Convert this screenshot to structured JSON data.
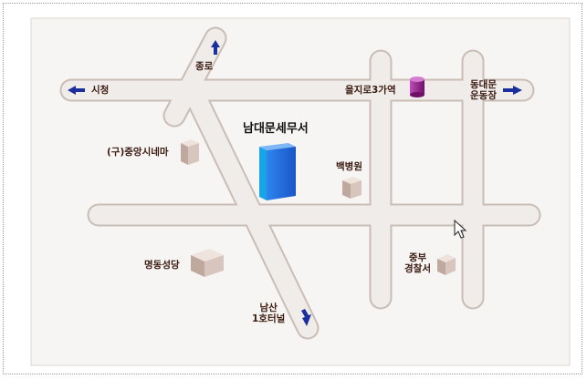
{
  "map": {
    "title": "남대문세무서",
    "labels": {
      "city_hall": "시청",
      "jongno": "종로",
      "euljiro": "을지로3가역",
      "dongdaemun_line1": "동대문",
      "dongdaemun_line2": "운동장",
      "central_theater": "(구)중앙시네마",
      "paik_hospital": "백병원",
      "myeongdong": "명동성당",
      "jungbu_line1": "중부",
      "jungbu_line2": "경찰서",
      "namsan_line1": "남산",
      "namsan_line2": "1호터널"
    },
    "colors": {
      "road_fill": "#efecea",
      "road_edge": "#c9bdb5",
      "background": "#f6f5f3",
      "arrow": "#1a2f9c",
      "target_building": "#1f63d6",
      "landmark_building": "#d8c6be",
      "subway_marker": "#9b1d8e",
      "label_text": "#3a1a10"
    },
    "icons": [
      "arrow-up-icon",
      "arrow-left-icon",
      "arrow-right-icon",
      "arrow-down-icon",
      "subway-station-icon",
      "mouse-cursor-icon"
    ]
  }
}
